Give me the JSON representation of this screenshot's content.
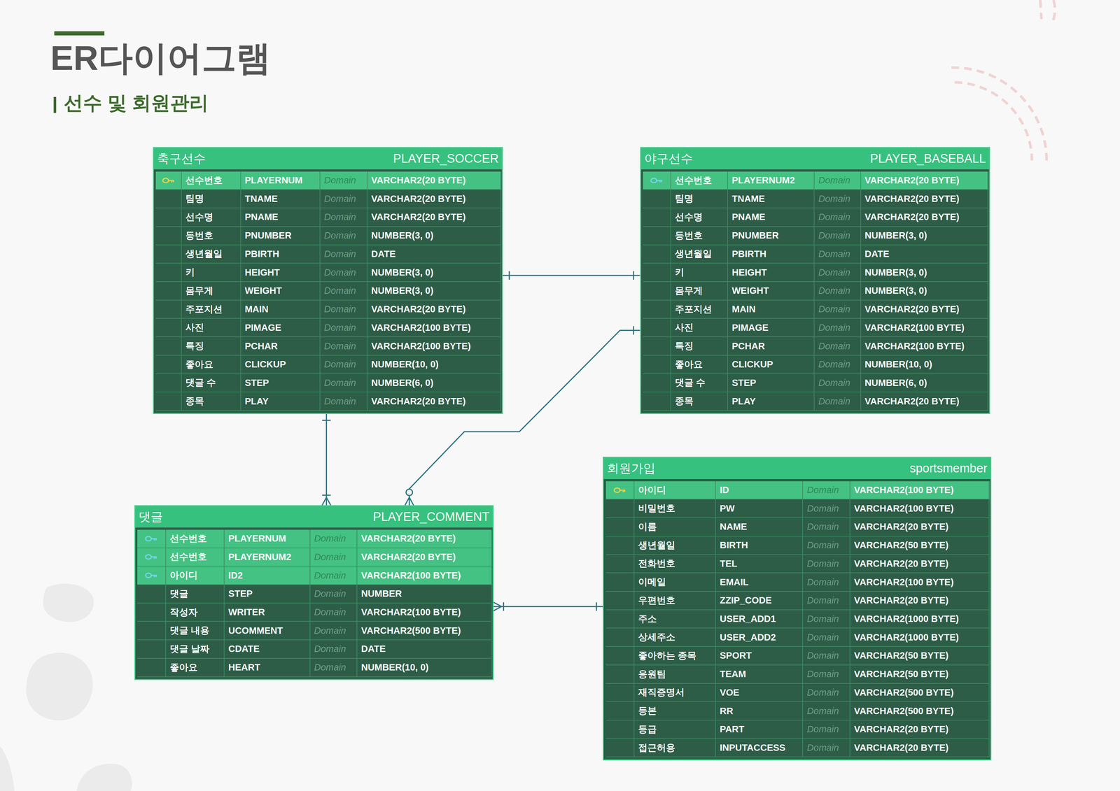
{
  "diagram": {
    "title": "ER다이어그램",
    "nodes": [
      {
        "text": [
          "축구선수",
          "PLAYER_SOCCER",
          "선수번호",
          "PLAYERNUM",
          "Domain",
          "VARCHAR2(20 BYTE)",
          "팀명",
          "TNAME",
          "Domain",
          "VARCHAR2(20 BYTE)",
          "선수명",
          "PNAME",
          "Domain",
          "VARCHAR2(20 BYTE)",
          "등번호",
          "PNUMBER",
          "Domain",
          "NUMBER(3, 0)",
          "생년월일",
          "PBIRTH",
          "Domain",
          "DATE",
          "키",
          "HEIGHT",
          "Domain",
          "NUMBER(3, 0)",
          "몸무게",
          "WEIGHT",
          "Domain",
          "NUMBER(3, 0)",
          "주포지션",
          "MAIN",
          "Domain",
          "VARCHAR2(20 BYTE)",
          "사진",
          "PIMAGE",
          "Domain",
          "VARCHAR2(100 BYTE)",
          "특징",
          "PCHAR",
          "Domain",
          "VARCHAR2(100 BYTE)",
          "좋아요",
          "CLICKUP",
          "Domain",
          "NUMBER(10, 0)",
          "댓글 수",
          "STEP",
          "Domain",
          "NUMBER(6, 0)",
          "종목",
          "PLAY",
          "Domain",
          "VARCHAR2(20 BYTE)"
        ]
      },
      {
        "text": [
          "야구선수",
          "PLAYER_BASEBALL",
          "선수번호",
          "PLAYERNUM2",
          "Domain",
          "VARCHAR2(20 BYTE)",
          "팀명",
          "TNAME",
          "Domain",
          "VARCHAR2(20 BYTE)",
          "선수명",
          "PNAME",
          "Domain",
          "VARCHAR2(20 BYTE)",
          "등번호",
          "PNUMBER",
          "Domain",
          "NUMBER(3, 0)",
          "생년월일",
          "PBIRTH",
          "Domain",
          "DATE",
          "키",
          "HEIGHT",
          "Domain",
          "NUMBER(3, 0)",
          "몸무게",
          "WEIGHT",
          "Domain",
          "NUMBER(3, 0)",
          "주포지션",
          "MAIN",
          "Domain",
          "VARCHAR2(20 BYTE)",
          "사진",
          "PIMAGE",
          "Domain",
          "VARCHAR2(100 BYTE)",
          "특징",
          "PCHAR",
          "Domain",
          "VARCHAR2(100 BYTE)",
          "좋아요",
          "CLICKUP",
          "Domain",
          "NUMBER(10, 0)",
          "댓글 수",
          "STEP",
          "Domain",
          "NUMBER(6, 0)",
          "종목",
          "PLAY",
          "Domain",
          "VARCHAR2(20 BYTE)"
        ]
      },
      {
        "text": [
          "댓글",
          "PLAYER_COMMENT",
          "선수번호",
          "PLAYERNUM",
          "Domain",
          "VARCHAR2(20 BYTE)",
          "선수번호",
          "PLAYERNUM2",
          "Domain",
          "VARCHAR2(20 BYTE)",
          "아이디",
          "ID2",
          "Domain",
          "VARCHAR2(100 BYTE)",
          "댓글",
          "STEP",
          "Domain",
          "NUMBER",
          "작성자",
          "WRITER",
          "Domain",
          "VARCHAR2(100 BYTE)",
          "댓글 내용",
          "UCOMMENT",
          "Domain",
          "VARCHAR2(500 BYTE)",
          "댓글 날짜",
          "CDATE",
          "Domain",
          "DATE",
          "좋아요",
          "HEART",
          "Domain",
          "NUMBER(10, 0)"
        ]
      },
      {
        "text": [
          "회원가입",
          "sportsmember",
          "아이디",
          "ID",
          "Domain",
          "VARCHAR2(100 BYTE)",
          "비밀번호",
          "PW",
          "Domain",
          "VARCHAR2(100 BYTE)",
          "이름",
          "NAME",
          "Domain",
          "VARCHAR2(20 BYTE)",
          "생년월일",
          "BIRTH",
          "Domain",
          "VARCHAR2(50 BYTE)",
          "전화번호",
          "TEL",
          "Domain",
          "VARCHAR2(20 BYTE)",
          "이메일",
          "EMAIL",
          "Domain",
          "VARCHAR2(100 BYTE)",
          "우편번호",
          "ZZIP_CODE",
          "Domain",
          "VARCHAR2(20 BYTE)",
          "주소",
          "USER_ADD1",
          "Domain",
          "VARCHAR2(1000 BYTE)",
          "상세주소",
          "USER_ADD2",
          "Domain",
          "VARCHAR2(1000 BYTE)",
          "좋아하는 종목",
          "SPORT",
          "Domain",
          "VARCHAR2(50 BYTE)",
          "응원팀",
          "TEAM",
          "Domain",
          "VARCHAR2(50 BYTE)",
          "재직증명서",
          "VOE",
          "Domain",
          "VARCHAR2(500 BYTE)",
          "등본",
          "RR",
          "Domain",
          "VARCHAR2(500 BYTE)",
          "등급",
          "PART",
          "Domain",
          "VARCHAR2(20 BYTE)",
          "접근허용",
          "INPUTACCESS",
          "Domain",
          "VARCHAR2(20 BYTE)"
        ]
      }
    ],
    "edges": [
      {
        "from": 0,
        "to": 1,
        "arrow": "none"
      },
      {
        "from": 0,
        "to": 2,
        "arrow": "none"
      },
      {
        "from": 1,
        "to": 2,
        "arrow": "none"
      },
      {
        "from": 2,
        "to": 3,
        "arrow": "none"
      }
    ],
    "labels": [
      "선수 및 회원관리"
    ]
  }
}
